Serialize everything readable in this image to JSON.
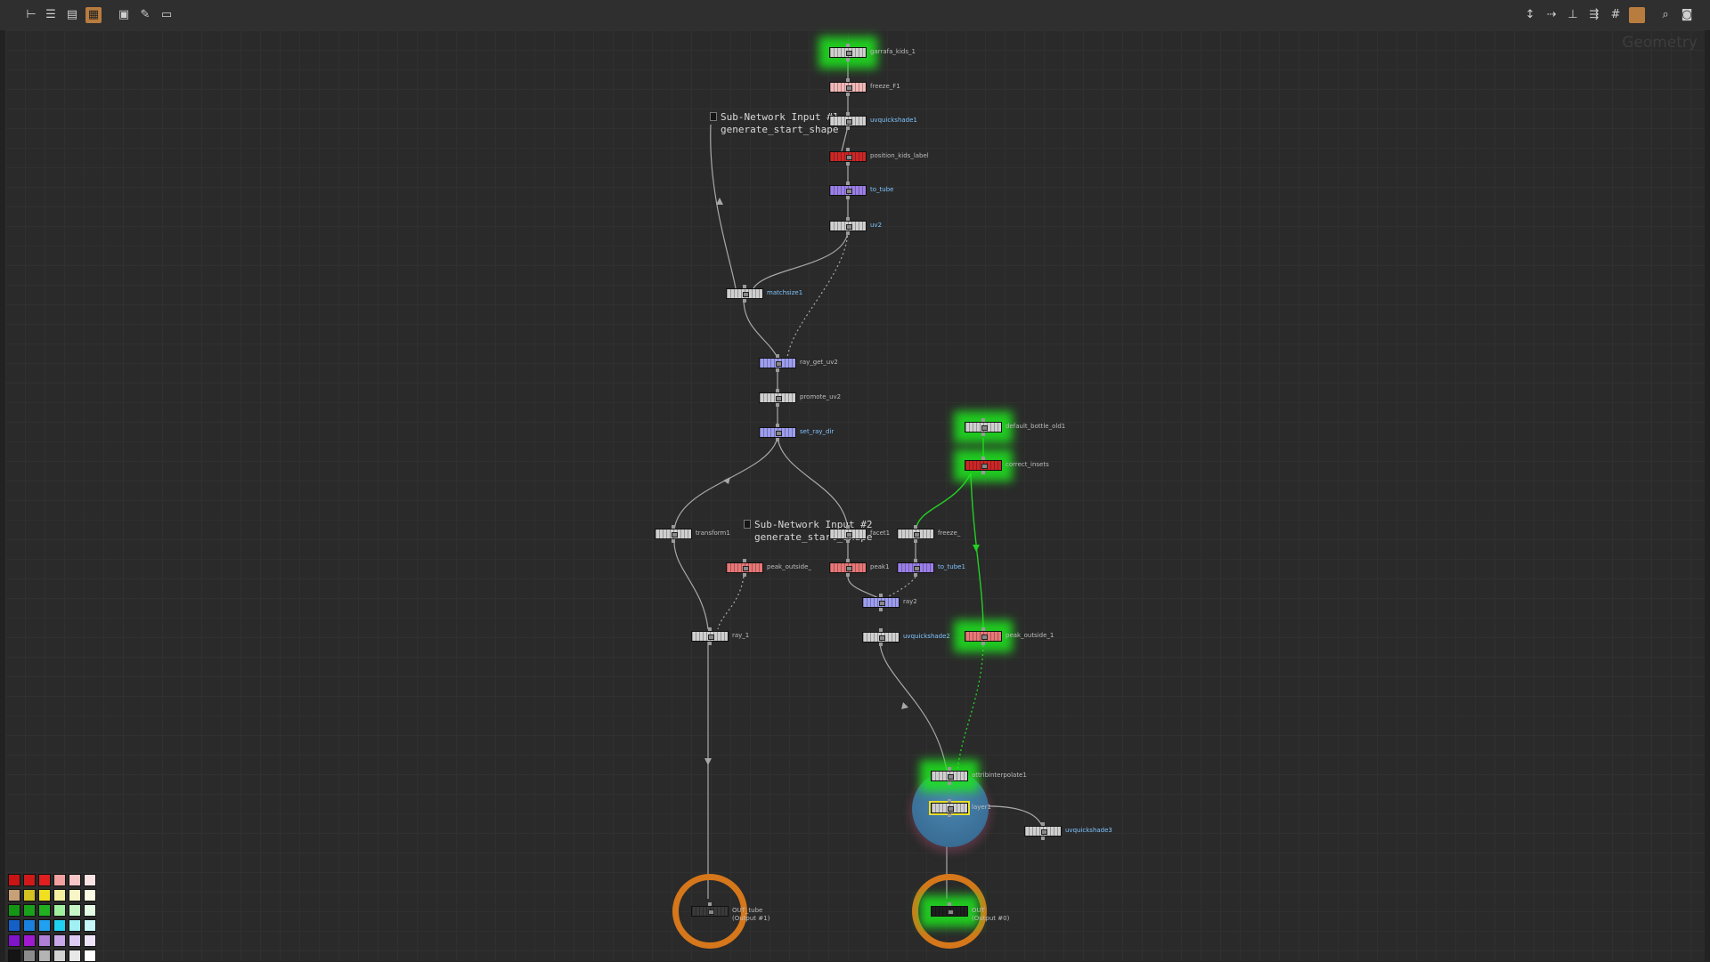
{
  "network_watermark": "Geometry",
  "toolbar": {
    "left_icons": [
      "tree-view-icon",
      "list-view-icon",
      "tiles-view-icon",
      "network-grid-icon",
      "image-icon",
      "sticky-note-icon",
      "network-box-icon"
    ],
    "right_icons": [
      "layout-vertical-icon",
      "layout-horizontal-icon",
      "align-icon",
      "align-horizontal-icon",
      "grid-toggle-icon",
      "color-fill-icon",
      "zoom-icon",
      "snapshot-icon"
    ]
  },
  "subnet_inputs": [
    {
      "line1": "Sub-Network Input #1",
      "line2": "generate_start_shape"
    },
    {
      "line1": "Sub-Network Input #2",
      "line2": "generate_start_shape"
    }
  ],
  "nodes": [
    {
      "id": "n1",
      "label": "garrafa_kids_1",
      "color": "#cfcfcf",
      "blue": false,
      "glow": true
    },
    {
      "id": "n2",
      "label": "freeze_F1",
      "color": "#f2b8b8",
      "blue": false
    },
    {
      "id": "n3",
      "label": "uvquickshade1",
      "color": "#cfcfcf",
      "blue": true
    },
    {
      "id": "n4",
      "label": "position_kids_label",
      "color": "#cc2727",
      "blue": false
    },
    {
      "id": "n5",
      "label": "to_tube",
      "color": "#9b7fe8",
      "blue": true
    },
    {
      "id": "n6",
      "label": "uv2",
      "color": "#cfcfcf",
      "blue": true
    },
    {
      "id": "n7",
      "label": "matchsize1",
      "color": "#cfcfcf",
      "blue": true
    },
    {
      "id": "n8",
      "label": "ray_get_uv2",
      "color": "#9d9ef0",
      "blue": false
    },
    {
      "id": "n9",
      "label": "promote_uv2",
      "color": "#cfcfcf",
      "blue": false
    },
    {
      "id": "n10",
      "label": "set_ray_dir",
      "color": "#9d9ef0",
      "blue": true
    },
    {
      "id": "n11",
      "label": "default_bottle_old1",
      "color": "#cfcfcf",
      "blue": false,
      "glow": true
    },
    {
      "id": "n12",
      "label": "correct_insets",
      "color": "#cc2727",
      "blue": false,
      "glow": true
    },
    {
      "id": "n13",
      "label": "transform1",
      "color": "#cfcfcf",
      "blue": false
    },
    {
      "id": "n14",
      "label": "facet1",
      "color": "#cfcfcf",
      "blue": false
    },
    {
      "id": "n15",
      "label": "freeze_",
      "color": "#cfcfcf",
      "blue": false
    },
    {
      "id": "n16",
      "label": "peak_outside_",
      "color": "#e87777",
      "blue": false
    },
    {
      "id": "n17",
      "label": "peak1",
      "color": "#e87777",
      "blue": false
    },
    {
      "id": "n18",
      "label": "to_tube1",
      "color": "#9b7fe8",
      "blue": true
    },
    {
      "id": "n19",
      "label": "ray2",
      "color": "#9d9ef0",
      "blue": false
    },
    {
      "id": "n20",
      "label": "ray_1",
      "color": "#cfcfcf",
      "blue": false
    },
    {
      "id": "n21",
      "label": "uvquickshade2",
      "color": "#cfcfcf",
      "blue": true
    },
    {
      "id": "n22",
      "label": "peak_outside_1",
      "color": "#e87777",
      "blue": false,
      "glow": true
    },
    {
      "id": "n23",
      "label": "attribinterpolate1",
      "color": "#cfcfcf",
      "blue": false,
      "glow": true
    },
    {
      "id": "n24",
      "label": "layer1",
      "color": "#cfcfcf",
      "blue": false,
      "selected": true
    },
    {
      "id": "n25",
      "label": "uvquickshade3",
      "color": "#cfcfcf",
      "blue": true
    },
    {
      "id": "n26",
      "label": "OUT_tube",
      "sublabel": "(Output #1)",
      "color": "#3a3a3a",
      "blue": false
    },
    {
      "id": "n27",
      "label": "OUT",
      "sublabel": "(Output #0)",
      "color": "#1f1f1f",
      "blue": false,
      "glow": true
    }
  ],
  "palette_colors": [
    [
      "#c81414",
      "#d01a1a",
      "#e02020",
      "#f2a0a0",
      "#f6c6c6",
      "#fbe3e3"
    ],
    [
      "#c8a078",
      "#d4c020",
      "#f0e020",
      "#f4f0a0",
      "#f8f6c6",
      "#fcfbe3"
    ],
    [
      "#149614",
      "#1aa01a",
      "#20b020",
      "#a0f0a0",
      "#c6f6c6",
      "#e3fbe3"
    ],
    [
      "#1460c8",
      "#1a80e0",
      "#20a0f0",
      "#20d0f0",
      "#a0f0f4",
      "#c6f8fa"
    ],
    [
      "#8014c8",
      "#a01ad0",
      "#b080d8",
      "#c8a8e8",
      "#dccaf2",
      "#eee3f9"
    ],
    [
      "#141414",
      "#8c8c8c",
      "#b4b4b4",
      "#d2d2d2",
      "#e8e8e8",
      "#ffffff"
    ]
  ]
}
